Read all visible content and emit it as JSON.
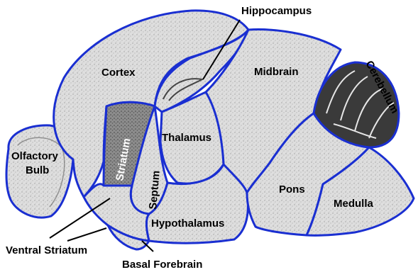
{
  "labels": {
    "hippocampus": "Hippocampus",
    "cortex": "Cortex",
    "midbrain": "Midbrain",
    "cerebellum": "Cerebellum",
    "olfactory_bulb_line1": "Olfactory",
    "olfactory_bulb_line2": "Bulb",
    "thalamus": "Thalamus",
    "striatum": "Striatum",
    "septum": "Septum",
    "pons": "Pons",
    "medulla": "Medulla",
    "hypothalamus": "Hypothalamus",
    "ventral_striatum": "Ventral Striatum",
    "basal_forebrain": "Basal Forebrain"
  },
  "colors": {
    "outline": "#1a2fd1",
    "tissue": "#d9d9d9",
    "tissue_dark": "#9a9a9a",
    "cerebellum_dark": "#2b2b2b",
    "label": "#000000"
  }
}
